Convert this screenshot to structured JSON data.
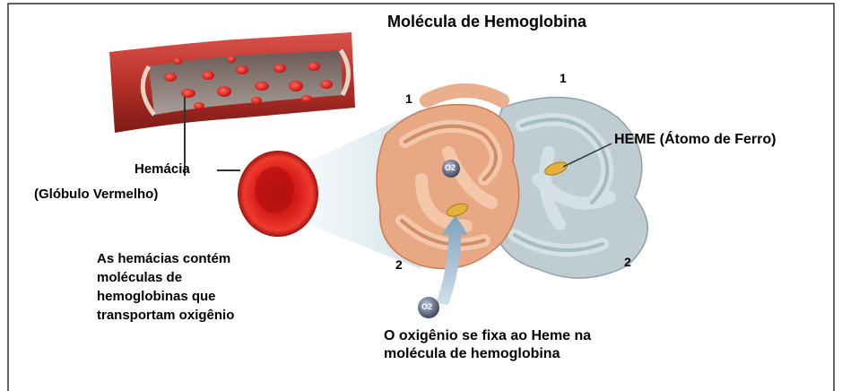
{
  "title": "Molécula de Hemoglobina",
  "subunit_labels": {
    "alpha_left": "1",
    "alpha_right": "1",
    "beta_left": "2",
    "beta_right": "2"
  },
  "heme_label": "HEME (Átomo  de Ferro)",
  "rbc_label": "Hemácia",
  "rbc_sublabel": "(Glóbulo Vermelho)",
  "description_lines": [
    "As hemácias contém",
    "moléculas de",
    "hemoglobinas que",
    "transportam oxigênio"
  ],
  "caption_lines": [
    "O  oxigênio se fixa ao Heme na",
    "molécula de hemoglobina"
  ],
  "o2_label": "O2",
  "colors": {
    "vessel": "#b7312a",
    "blood_cell": "#d9201c",
    "alpha_chain": "#e7a57a",
    "beta_chain": "#b9c9cf",
    "heme": "#e4b23a",
    "oxygen": "#5b647a",
    "border": "#000000"
  },
  "icons": [
    "blood-vessel-illustration",
    "red-blood-cell-icon",
    "hemoglobin-molecule-illustration",
    "oxygen-molecule-icon",
    "heme-group-icon"
  ]
}
